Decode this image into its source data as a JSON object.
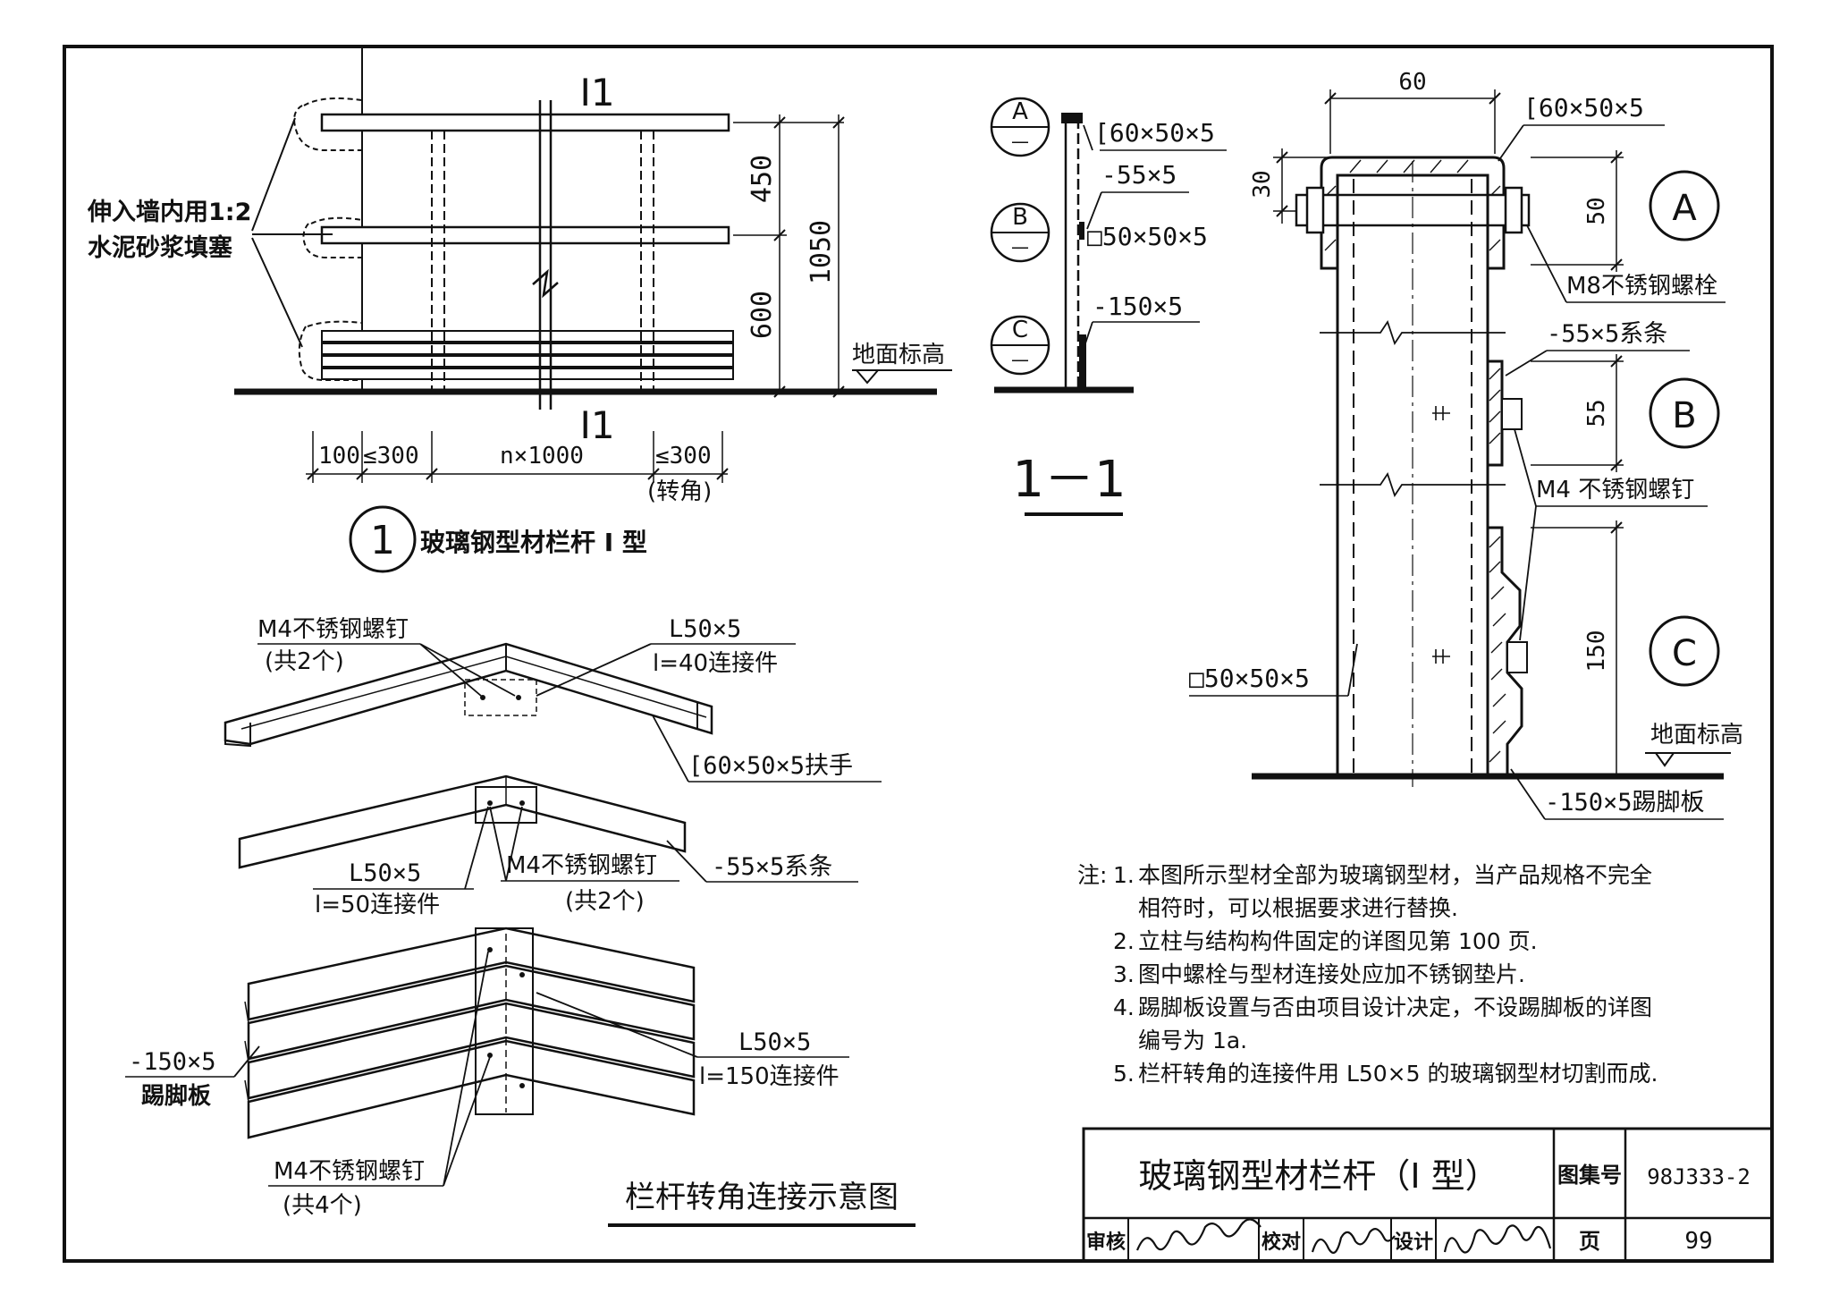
{
  "elevation": {
    "wall_note_line1": "伸入墙内用1:2",
    "wall_note_line2": "水泥砂浆填塞",
    "dim_upper": "450",
    "dim_lower": "600",
    "dim_total": "1050",
    "ground_label": "地面标高",
    "section_mark": "I1",
    "dim_wall": "100",
    "dim_end_left": "≤300",
    "dim_span": "n×1000",
    "dim_end_right": "≤300",
    "corner_note": "(转角)",
    "detail_number": "1",
    "detail_title": "玻璃钢型材栏杆 I 型"
  },
  "section": {
    "title": "1－1",
    "callouts": [
      {
        "id": "A",
        "sub": "—"
      },
      {
        "id": "B",
        "sub": "—"
      },
      {
        "id": "C",
        "sub": "—"
      }
    ],
    "label_handrail": "[60×50×5",
    "label_tie": "-55×5",
    "label_post": "□50×50×5",
    "label_kick": "-150×5"
  },
  "detail": {
    "dim_width": "60",
    "label_handrail": "[60×50×5",
    "dim_30": "30",
    "dim_50": "50",
    "label_bolt": "M8不锈钢螺栓",
    "label_tie": "-55×5系条",
    "dim_55": "55",
    "label_screw": "M4 不锈钢螺钉",
    "dim_150": "150",
    "label_post": "□50×50×5",
    "ground_label": "地面标高",
    "label_kick": "-150×5踢脚板",
    "marks": [
      "A",
      "B",
      "C"
    ]
  },
  "corner": {
    "h_screw": "M4不锈钢螺钉",
    "h_screw_count": "(共2个)",
    "h_conn": "L50×5",
    "h_conn_len": "l=40连接件",
    "h_handrail": "[60×50×5扶手",
    "t_conn": "L50×5",
    "t_conn_len": "l=50连接件",
    "t_screw": "M4不锈钢螺钉",
    "t_screw_count": "(共2个)",
    "t_tie": "-55×5系条",
    "k_plate": "-150×5",
    "k_plate_name": "踢脚板",
    "k_conn": "L50×5",
    "k_conn_len": "l=150连接件",
    "k_screw": "M4不锈钢螺钉",
    "k_screw_count": "(共4个)",
    "title": "栏杆转角连接示意图"
  },
  "notes": {
    "lead": "注:",
    "items": [
      {
        "num": "1.",
        "text": "本图所示型材全部为玻璃钢型材，当产品规格不完全",
        "cont": "相符时，可以根据要求进行替换."
      },
      {
        "num": "2.",
        "text": "立柱与结构构件固定的详图见第 100 页."
      },
      {
        "num": "3.",
        "text": "图中螺栓与型材连接处应加不锈钢垫片."
      },
      {
        "num": "4.",
        "text": "踢脚板设置与否由项目设计决定，不设踢脚板的详图",
        "cont": "编号为 1a."
      },
      {
        "num": "5.",
        "text": "栏杆转角的连接件用 L50×5 的玻璃钢型材切割而成."
      }
    ]
  },
  "title_block": {
    "title": "玻璃钢型材栏杆（I 型）",
    "atlas_label": "图集号",
    "atlas_no": "98J333-2",
    "review": "审核",
    "check": "校对",
    "design": "设计",
    "page_label": "页",
    "page_no": "99"
  }
}
